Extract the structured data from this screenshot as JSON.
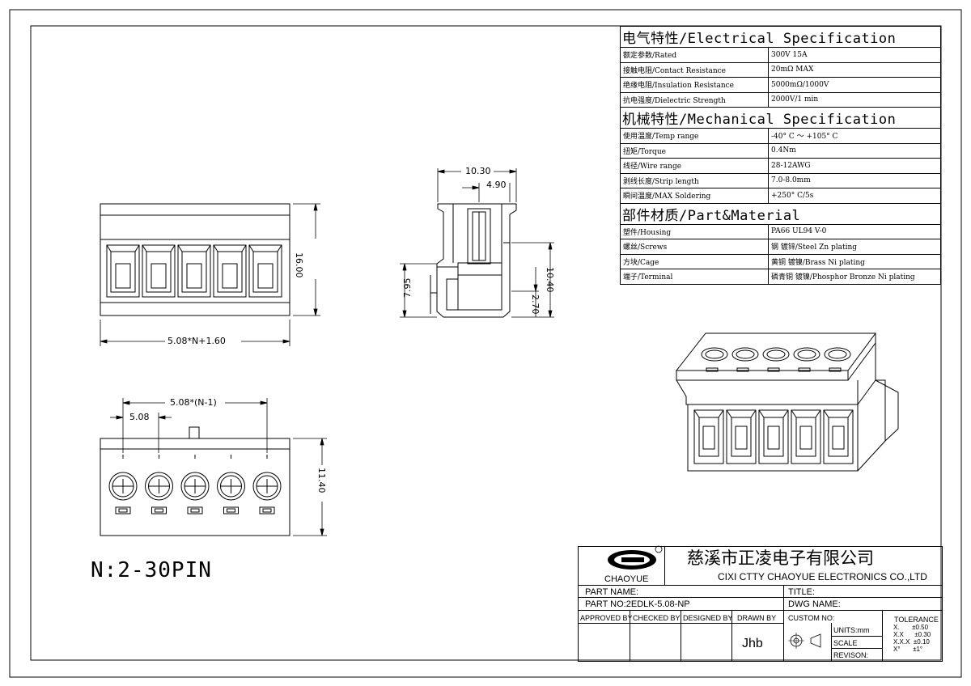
{
  "title_block": {
    "company_cn": "慈溪市正凌电子有限公司",
    "company_en": "CIXI CTTY CHAOYUE ELECTRONICS CO.,LTD",
    "logo_text": "CHAOYUE",
    "part_name_label": "PART NAME:",
    "title_label": "TITLE:",
    "part_no": "PART NO:2EDLK-5.08-NP",
    "dwg_name_label": "DWG NAME:",
    "approved_by": "APPROVED BY",
    "checked_by": "CHECKED BY",
    "designed_by": "DESIGNED BY",
    "drawn_by": "DRAWN BY",
    "drawn_by_value": "Jhb",
    "custom_no": "CUSTOM NO:",
    "units": "UNITS:mm",
    "scale": "SCALE",
    "revision": "REVISON:",
    "tolerance": "TOLERANCE",
    "tol1": "X.       ±0.50",
    "tol2": "X.X      ±0.30",
    "tol3": "X.X.X  ±0.10",
    "tol4": "X°       ±1°"
  },
  "spec": {
    "electrical_title": "电气特性/Electrical Specification",
    "electrical": [
      {
        "k": "额定参数/Rated",
        "v": "300V  15A"
      },
      {
        "k": "接触电阻/Contact Resistance",
        "v": "20mΩ MAX"
      },
      {
        "k": "绝缘电阻/Insulation Resistance",
        "v": "5000mΩ/1000V"
      },
      {
        "k": "抗电强度/Dielectric Strength",
        "v": "2000V/1 min"
      }
    ],
    "mechanical_title": "机械特性/Mechanical Specification",
    "mechanical": [
      {
        "k": "使用温度/Temp range",
        "v": "-40° C ～ +105° C"
      },
      {
        "k": "扭矩/Torque",
        "v": "0.4Nm"
      },
      {
        "k": "线径/Wire range",
        "v": "28-12AWG"
      },
      {
        "k": "剥线长度/Strip length",
        "v": "7.0-8.0mm"
      },
      {
        "k": "瞬间温度/MAX Soldering",
        "v": "+250° C/5s"
      }
    ],
    "material_title": "部件材质/Part&Material",
    "material": [
      {
        "k": "塑件/Housing",
        "v": "PA66 UL94 V-0"
      },
      {
        "k": "螺丝/Screws",
        "v": "钢 镀锌/Steel Zn plating"
      },
      {
        "k": "方块/Cage",
        "v": "黄铜 镀镍/Brass Ni plating"
      },
      {
        "k": "端子/Terminal",
        "v": "磷青铜 镀镍/Phosphor Bronze Ni plating"
      }
    ]
  },
  "dims": {
    "front_width": "5.08*N+1.60",
    "front_height": "16.00",
    "side_width": "10.30",
    "side_inner": "4.90",
    "side_left": "7.95",
    "side_right": "10.40",
    "side_small": "2.70",
    "top_span": "5.08*(N-1)",
    "top_pitch": "5.08",
    "top_height": "11.40"
  },
  "pin_range": "N:2-30PIN"
}
